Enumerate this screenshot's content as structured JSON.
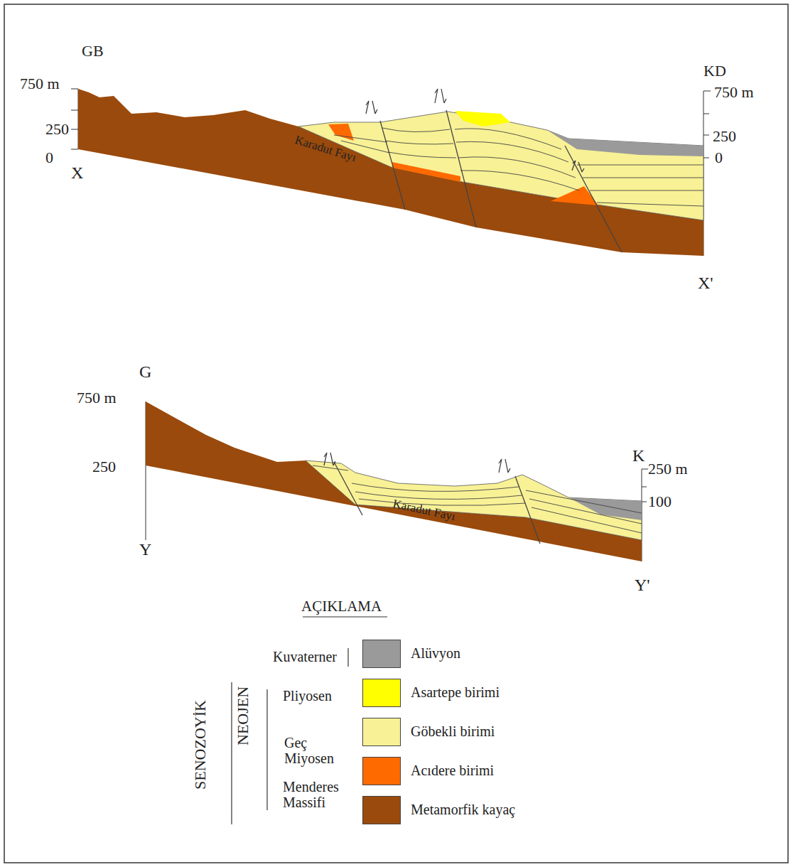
{
  "diagram": {
    "labels": [
      "GB",
      "KD",
      "750 m",
      "250",
      "0",
      "X",
      "X'",
      "750 m",
      "250",
      "0",
      "Karadut Fayı",
      "G",
      "750 m",
      "250",
      "Y",
      "K",
      "250 m",
      "100",
      "Karadut Fayı",
      "Y'",
      "AÇIKLAMA",
      "Kuvaterner",
      "SENOZOYİK",
      "NEOJEN",
      "Pliyosen",
      "Geç Miyosen",
      "Menderes Massifi"
    ],
    "legend": [
      {
        "text": "Alüvyon",
        "color": "#9a9a9a"
      },
      {
        "text": "Asartepe birimi",
        "color": "#ffff00"
      },
      {
        "text": "Göbekli birimi",
        "color": "#f8f196"
      },
      {
        "text": "Acıdere birimi",
        "color": "#ff6a00"
      },
      {
        "text": "Metamorfik kayaç",
        "color": "#9a4a0c"
      }
    ]
  }
}
